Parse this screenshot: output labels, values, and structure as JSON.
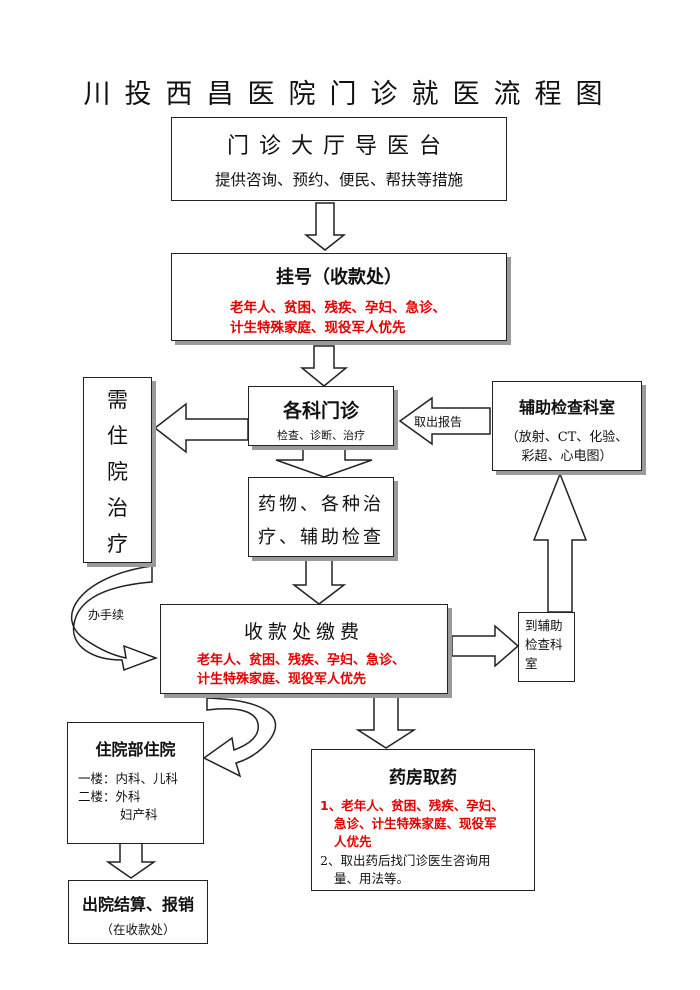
{
  "title": "川投西昌医院门诊就医流程图",
  "reception": {
    "heading": "门诊大厅导医台",
    "desc": "提供咨询、预约、便民、帮扶等措施"
  },
  "registration": {
    "heading": "挂号（收款处）",
    "priority_1": "老年人、贫困、残疾、孕妇、急诊、",
    "priority_2": "计生特殊家庭、现役军人优先"
  },
  "inpatient_need": {
    "chars": [
      "需",
      "住",
      "院",
      "治",
      "疗"
    ]
  },
  "clinic": {
    "heading": "各科门诊",
    "sub": "检查、诊断、治疗"
  },
  "get_report": "取出报告",
  "aux_dept": {
    "heading": "辅助检查科室",
    "line1": "（放射、CT、化验、",
    "line2": "彩超、心电图）"
  },
  "treatment": {
    "line1": "药物、各种治",
    "line2": "疗、辅助检查"
  },
  "procedure_label": "办手续",
  "payment": {
    "heading": "收款处缴费",
    "priority_1": "老年人、贫困、残疾、孕妇、急诊、",
    "priority_2": "计生特殊家庭、现役军人优先"
  },
  "to_aux": {
    "line1": "到辅助",
    "line2": "检查科",
    "line3": "室"
  },
  "ward": {
    "heading": "住院部住院",
    "floor1": "一楼：内科、儿科",
    "floor2": "二楼：外科",
    "floor2b": "妇产科"
  },
  "pharmacy": {
    "heading": "药房取药",
    "item1_l1": "1、老年人、贫困、残疾、孕妇、",
    "item1_l2": "急诊、计生特殊家庭、现役军",
    "item1_l3": "人优先",
    "item2_l1": "2、取出药后找门诊医生咨询用",
    "item2_l2": "量、用法等。"
  },
  "discharge": {
    "heading": "出院结算、报销",
    "sub": "（在收款处）"
  }
}
